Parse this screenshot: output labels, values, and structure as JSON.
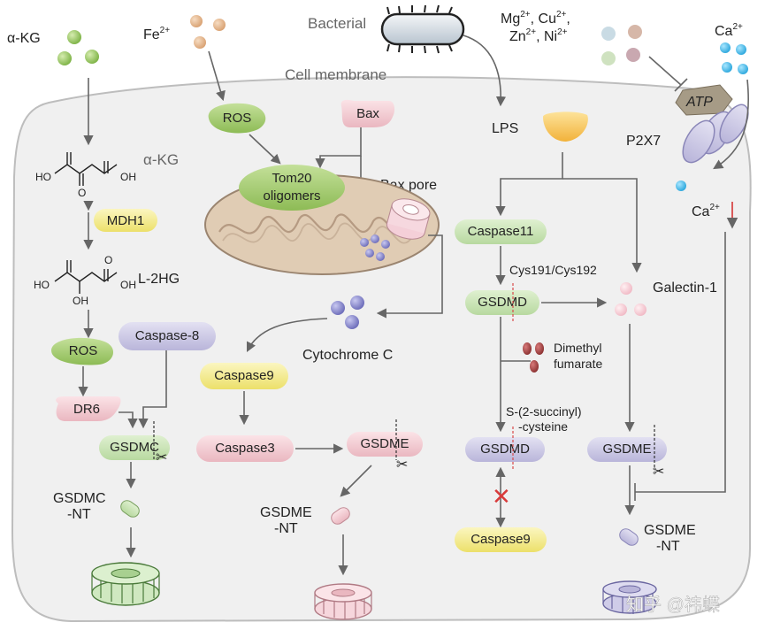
{
  "labels": {
    "akg_outside": "α-KG",
    "fe": "Fe",
    "fe_sup": "2+",
    "bacterial": "Bacterial",
    "metals_line1_a": "Mg",
    "metals_line1_a_sup": "2+",
    "metals_line1_b": ", Cu",
    "metals_line1_b_sup": "2+",
    "metals_line1_c": ",",
    "metals_line2_a": "Zn",
    "metals_line2_a_sup": "2+",
    "metals_line2_b": ", Ni",
    "metals_line2_b_sup": "2+",
    "ca_out": "Ca",
    "ca_out_sup": "2+",
    "cell_membrane": "Cell membrane",
    "akg_inside": "α-KG",
    "l2hg": "L-2HG",
    "lps": "LPS",
    "p2x7": "P2X7",
    "atp": "ATP",
    "ca_in": "Ca",
    "ca_in_sup": "2+",
    "bax_pore": "Bax pore",
    "cytochrome_c": "Cytochrome C",
    "cys": "Cys191/Cys192",
    "galectin": "Galectin-1",
    "dimethyl_1": "Dimethyl",
    "dimethyl_2": "fumarate",
    "succ_1": "S-(2-succinyl)",
    "succ_2": "-cysteine",
    "gsdmc_nt_1": "GSDMC",
    "gsdmc_nt_2": "-NT",
    "gsdme_nt_mid_1": "GSDME",
    "gsdme_nt_mid_2": "-NT",
    "gsdme_nt_right_1": "GSDME",
    "gsdme_nt_right_2": "-NT",
    "ho_1": "HO",
    "oh_1": "OH",
    "o_1": "O",
    "ho_2": "HO",
    "oh_2": "OH",
    "oh_3": "OH",
    "o_2": "O",
    "watermark": "知乎 @祎蝶"
  },
  "pills": {
    "ros_top": "ROS",
    "bax": "Bax",
    "tom20_1": "Tom20",
    "tom20_2": "oligomers",
    "mdh1": "MDH1",
    "ros_left": "ROS",
    "caspase8": "Caspase-8",
    "dr6": "DR6",
    "gsdmc": "GSDMC",
    "caspase9_left": "Caspase9",
    "caspase3": "Caspase3",
    "gsdme_mid": "GSDME",
    "caspase11": "Caspase11",
    "gsdmd_top": "GSDMD",
    "gsdmd_bottom": "GSDMD",
    "caspase9_bottom": "Caspase9",
    "gsdme_right": "GSDME"
  },
  "colors": {
    "green": "#9dc76a",
    "yellow": "#f2ea8a",
    "pink": "#f3c9d0",
    "lavender": "#c9c6e2",
    "purple": "#8c8cc8",
    "membrane": "#f0f0f0",
    "red_x": "#d83a3a"
  }
}
